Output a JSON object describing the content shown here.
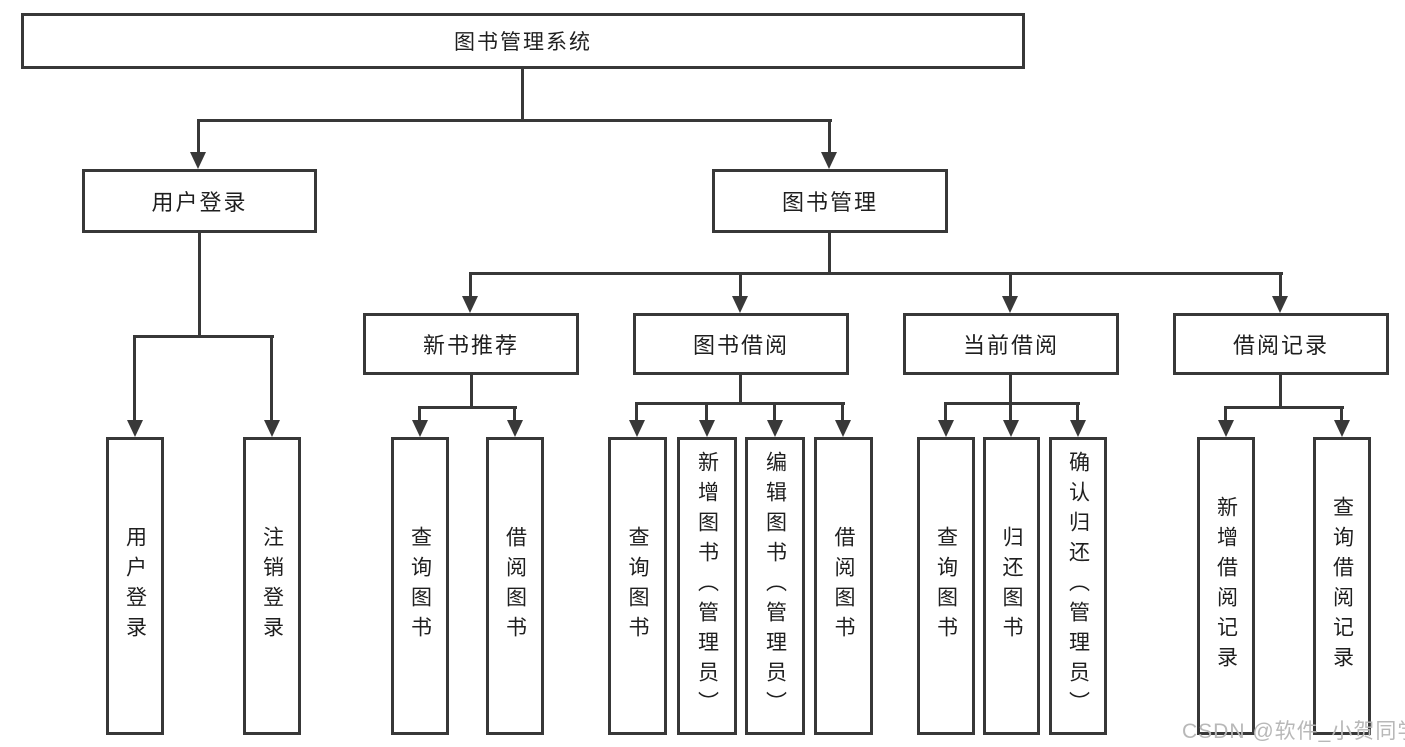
{
  "colors": {
    "line": "#383838",
    "text": "#1f1f1f",
    "background": "#ffffff",
    "watermark": "#b8b8b8"
  },
  "tree": {
    "root": "图书管理系统",
    "branches": [
      {
        "label": "用户登录",
        "children": [
          "用户登录",
          "注销登录"
        ]
      },
      {
        "label": "图书管理",
        "groups": [
          {
            "label": "新书推荐",
            "children": [
              "查询图书",
              "借阅图书"
            ]
          },
          {
            "label": "图书借阅",
            "children": [
              "查询图书",
              "新增图书（管理员）",
              "编辑图书（管理员）",
              "借阅图书"
            ]
          },
          {
            "label": "当前借阅",
            "children": [
              "查询图书",
              "归还图书",
              "确认归还（管理员）"
            ]
          },
          {
            "label": "借阅记录",
            "children": [
              "新增借阅记录",
              "查询借阅记录"
            ]
          }
        ]
      }
    ]
  },
  "watermark": {
    "text": "CSDN @软件_小贺同学"
  }
}
